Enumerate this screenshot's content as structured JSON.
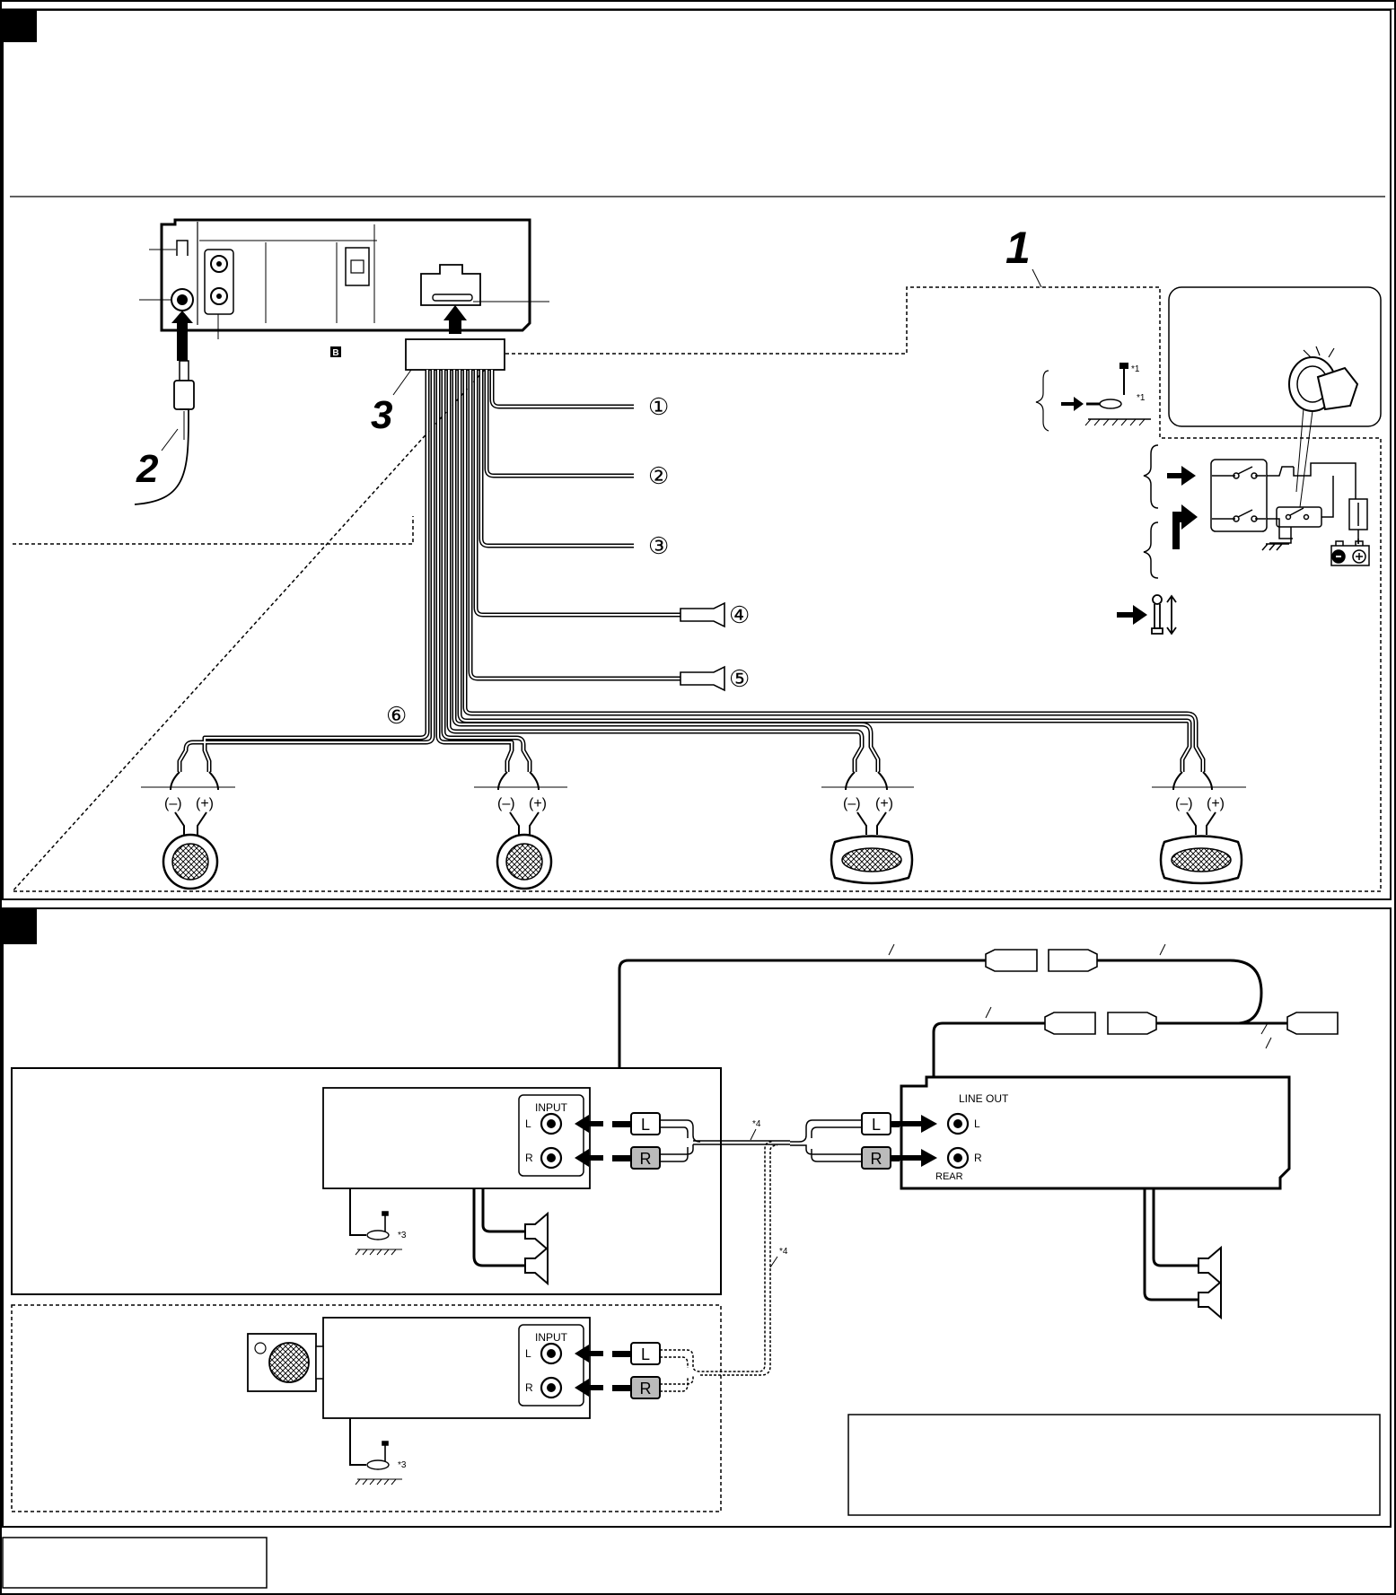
{
  "section_a": {
    "part_1": "1",
    "part_2": "2",
    "part_3": "3",
    "plug_letter": "B",
    "lead_numbers": [
      "①",
      "②",
      "③",
      "④",
      "⑤",
      "⑥"
    ],
    "speaker_terminals": {
      "neg": "(–)",
      "pos": "(+)"
    },
    "ground_screw_note": "*1",
    "ground_lug_note": "*1"
  },
  "section_b": {
    "amp1_input": {
      "title": "INPUT",
      "left": "L",
      "right": "R"
    },
    "amp2_input": {
      "title": "INPUT",
      "left": "L",
      "right": "R"
    },
    "rca_left": "L",
    "rca_right": "R",
    "head_line_out": {
      "title": "LINE OUT",
      "left": "L",
      "right": "R",
      "rear": "REAR"
    },
    "cable_note_1": "*4",
    "cable_note_2": "*4",
    "ground_note_1": "*3",
    "ground_note_2": "*3"
  },
  "icons": {
    "speaker": "speaker-icon",
    "ground": "ground-icon",
    "fuse": "fuse-icon",
    "battery": "battery-icon",
    "ignition": "ignition-key-icon",
    "subwoofer": "subwoofer-icon"
  }
}
